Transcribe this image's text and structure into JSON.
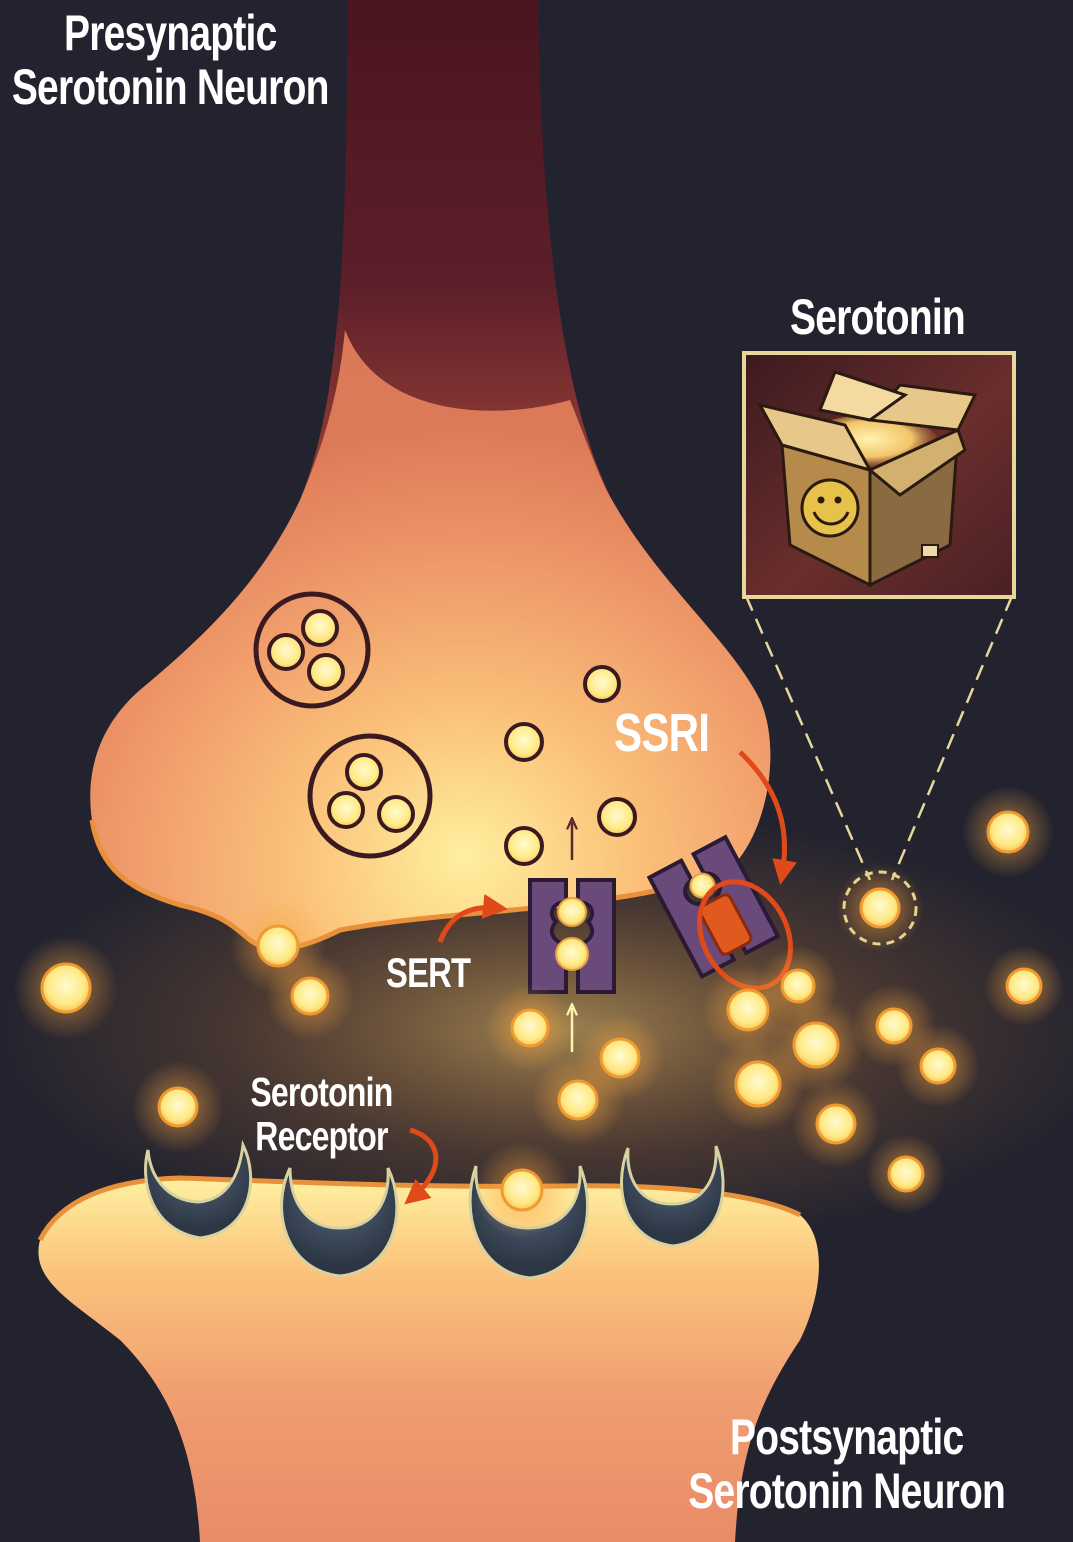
{
  "labels": {
    "presynaptic_line1": "Presynaptic",
    "presynaptic_line2": "Serotonin Neuron",
    "postsynaptic_line1": "Postsynaptic",
    "postsynaptic_line2": "Serotonin Neuron",
    "serotonin_inset": "Serotonin",
    "ssri": "SSRI",
    "sert": "SERT",
    "receptor_line1": "Serotonin",
    "receptor_line2": "Receptor"
  },
  "colors": {
    "background": "#23232f",
    "neuron_stem": "#5a1e28",
    "neuron_body": "#f2a06a",
    "neuron_glow": "#ffe08a",
    "serotonin": "#fff0a0",
    "sert": "#6a4a7a",
    "ssri": "#e05a20",
    "annotation_arrow": "#e04a1a",
    "receptor": "#3a4858",
    "inset_border": "#e8d79a",
    "box": "#b58a4a"
  }
}
